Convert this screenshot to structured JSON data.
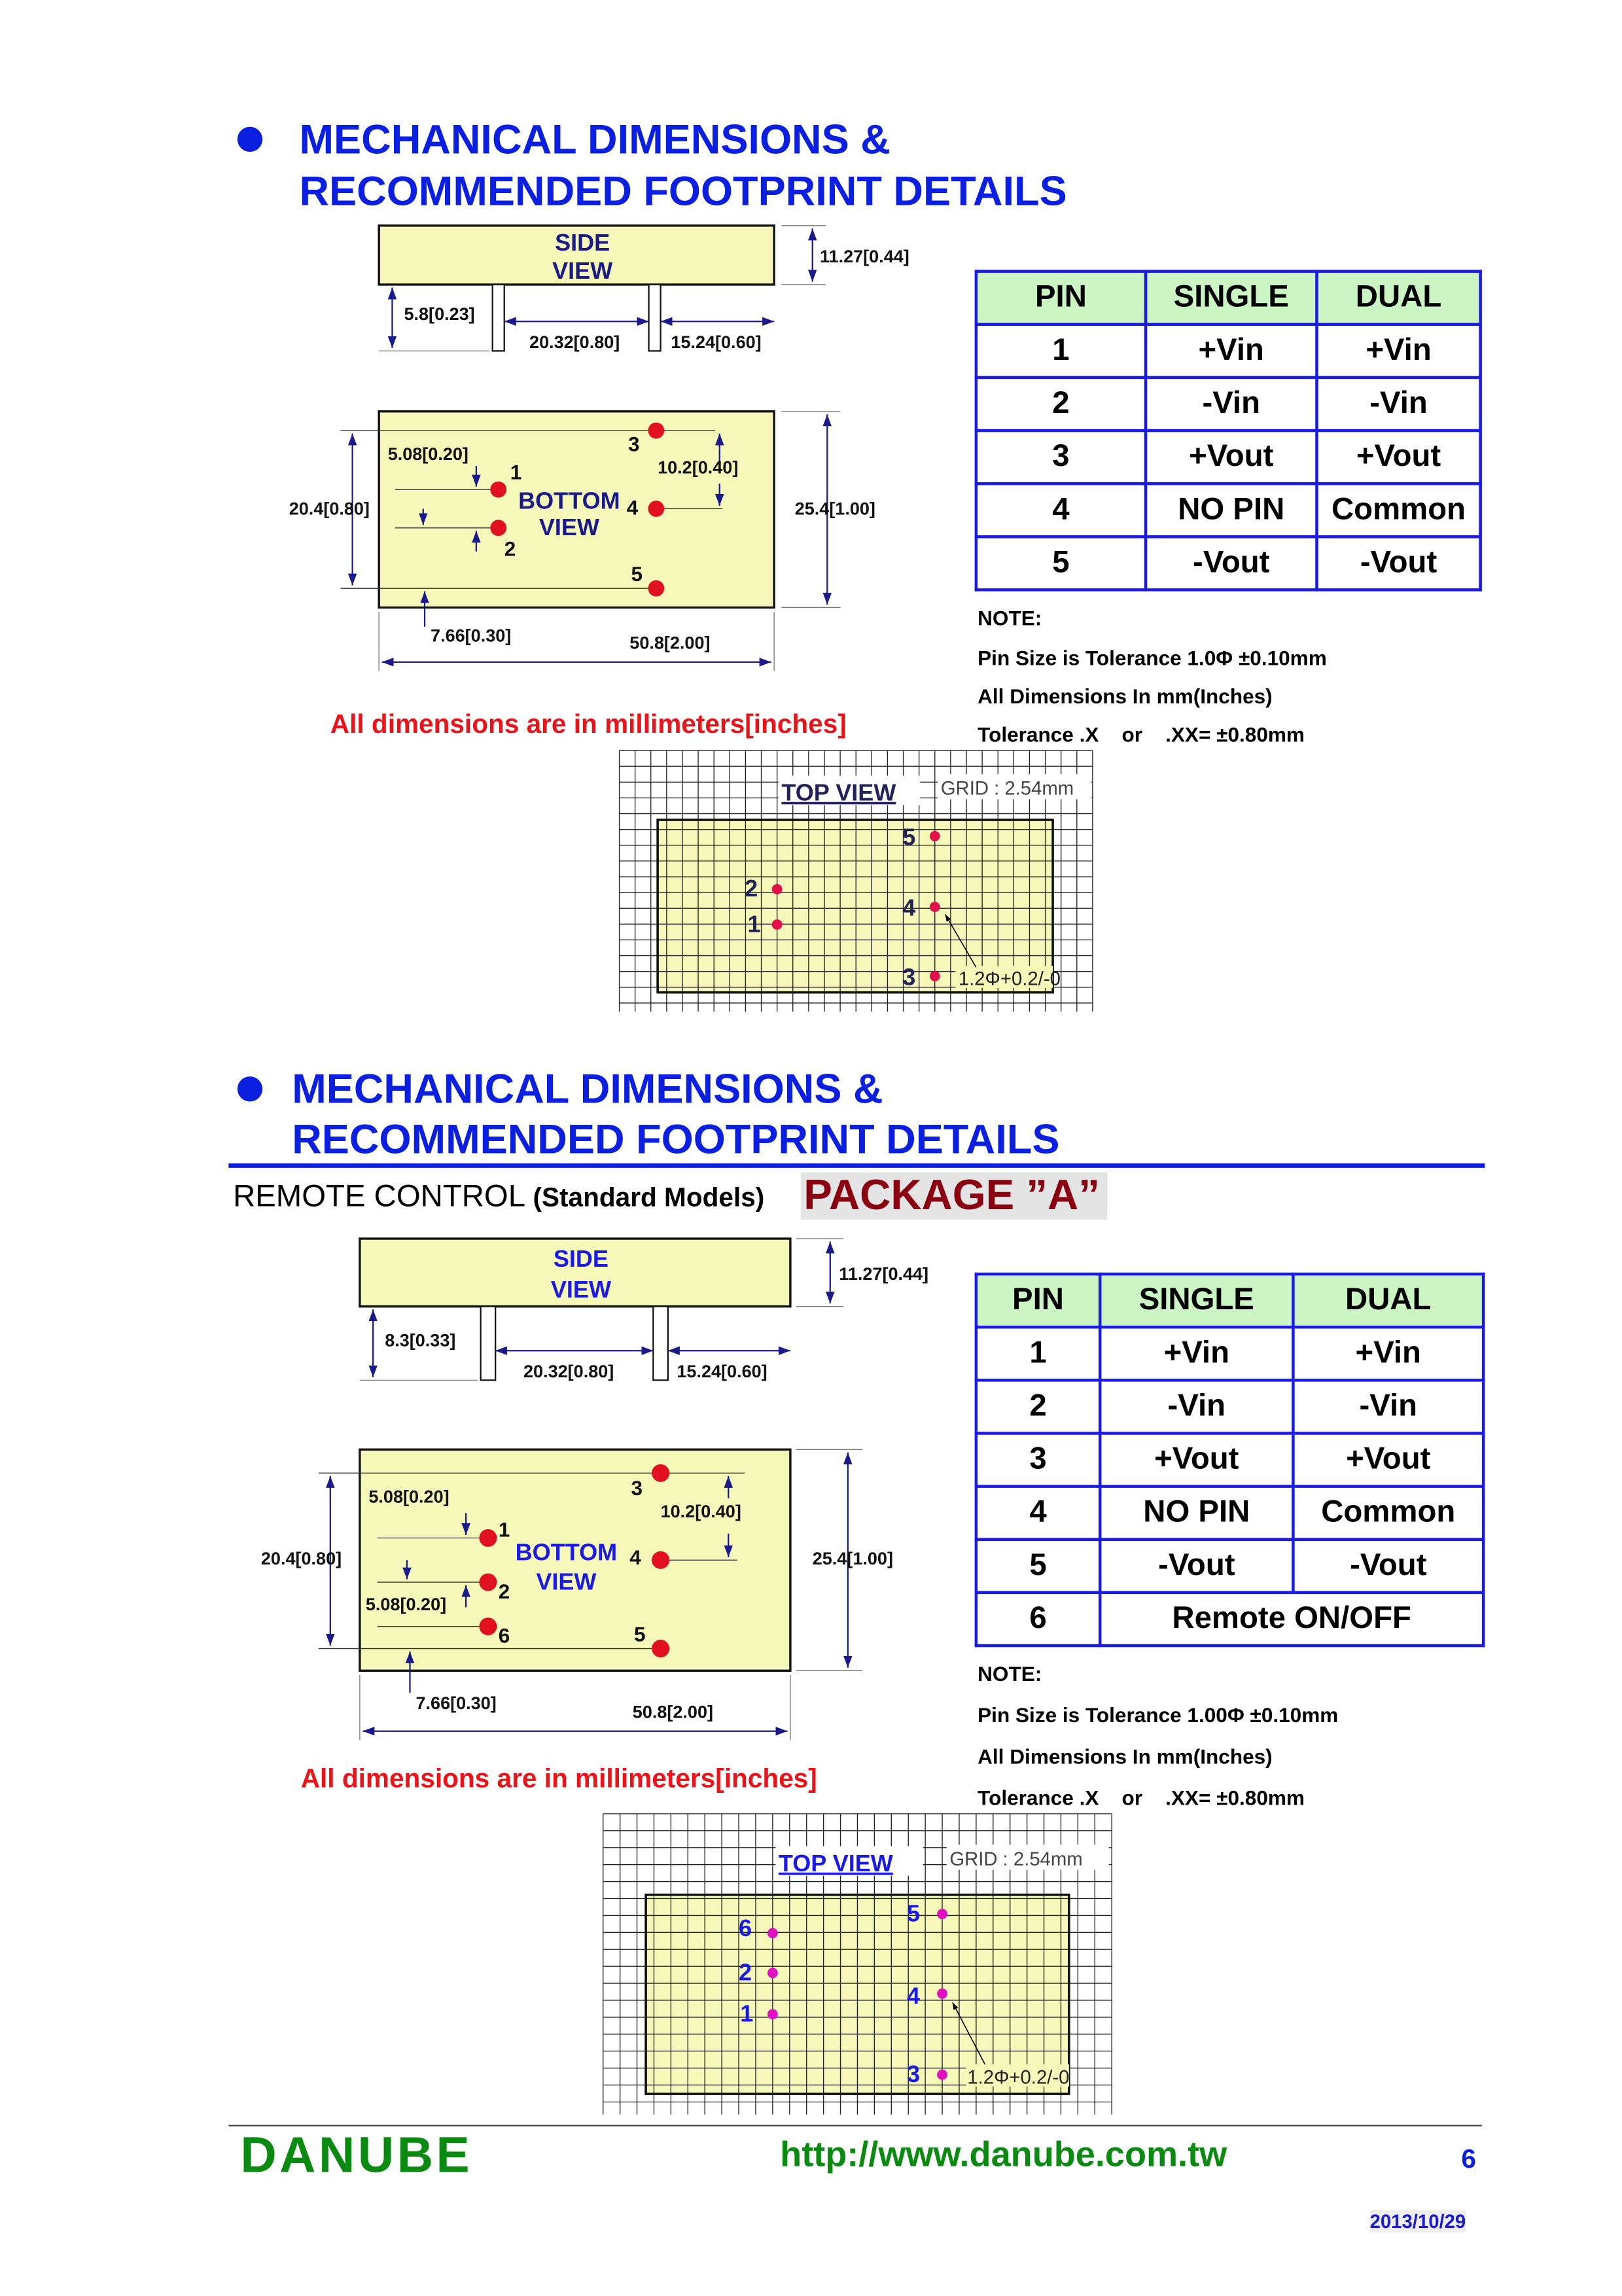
{
  "section1": {
    "title_line1": "MECHANICAL DIMENSIONS &",
    "title_line2": "RECOMMENDED FOOTPRINT DETAILS",
    "side_view": {
      "label1": "SIDE",
      "label2": "VIEW",
      "height": "11.27[0.44]",
      "pin_length": "5.8[0.23]",
      "pin_pitch": "20.32[0.80]",
      "edge_offset": "15.24[0.60]"
    },
    "bottom_view": {
      "label1": "BOTTOM",
      "label2": "VIEW",
      "pin_spacing": "5.08[0.20]",
      "pin_3_4": "10.2[0.40]",
      "span": "20.4[0.80]",
      "width": "25.4[1.00]",
      "edge": "7.66[0.30]",
      "length": "50.8[2.00]",
      "pins": [
        "1",
        "2",
        "3",
        "4",
        "5"
      ]
    },
    "table": {
      "headers": [
        "PIN",
        "SINGLE",
        "DUAL"
      ],
      "rows": [
        [
          "1",
          "+Vin",
          "+Vin"
        ],
        [
          "2",
          "-Vin",
          "-Vin"
        ],
        [
          "3",
          "+Vout",
          "+Vout"
        ],
        [
          "4",
          "NO PIN",
          "Common"
        ],
        [
          "5",
          "-Vout",
          "-Vout"
        ]
      ]
    },
    "notes": [
      "NOTE:",
      "Pin Size is Tolerance 1.0Φ ±0.10mm",
      "All Dimensions In mm(Inches)",
      "Tolerance .X    or    .XX= ±0.80mm"
    ],
    "units_note": "All dimensions are in millimeters[inches]",
    "top_view": {
      "label": "TOP VIEW",
      "grid": "GRID : 2.54mm",
      "hole": "1.2Φ+0.2/-0",
      "pins": [
        "1",
        "2",
        "3",
        "4",
        "5"
      ]
    }
  },
  "section2": {
    "title_line1": "MECHANICAL DIMENSIONS &",
    "title_line2": "RECOMMENDED FOOTPRINT DETAILS",
    "subtitle": "REMOTE CONTROL ",
    "subtitle_paren": "(Standard Models)",
    "package": "PACKAGE ”A”",
    "side_view": {
      "label1": "SIDE",
      "label2": "VIEW",
      "height": "11.27[0.44]",
      "pin_length": "8.3[0.33]",
      "pin_pitch": "20.32[0.80]",
      "edge_offset": "15.24[0.60]"
    },
    "bottom_view": {
      "label1": "BOTTOM",
      "label2": "VIEW",
      "pin_spacing": "5.08[0.20]",
      "pin_spacing2": "5.08[0.20]",
      "pin_3_4": "10.2[0.40]",
      "span": "20.4[0.80]",
      "width": "25.4[1.00]",
      "edge": "7.66[0.30]",
      "length": "50.8[2.00]",
      "pins": [
        "1",
        "2",
        "3",
        "4",
        "5",
        "6"
      ]
    },
    "table": {
      "headers": [
        "PIN",
        "SINGLE",
        "DUAL"
      ],
      "rows": [
        [
          "1",
          "+Vin",
          "+Vin"
        ],
        [
          "2",
          "-Vin",
          "-Vin"
        ],
        [
          "3",
          "+Vout",
          "+Vout"
        ],
        [
          "4",
          "NO PIN",
          "Common"
        ],
        [
          "5",
          "-Vout",
          "-Vout"
        ]
      ],
      "last_row": [
        "6",
        "Remote ON/OFF"
      ]
    },
    "notes": [
      "NOTE:",
      "Pin Size is Tolerance 1.00Φ ±0.10mm",
      "All Dimensions In mm(Inches)",
      "Tolerance .X    or    .XX= ±0.80mm"
    ],
    "units_note": "All dimensions are in millimeters[inches]",
    "top_view": {
      "label": "TOP VIEW",
      "grid": "GRID : 2.54mm",
      "hole": "1.2Φ+0.2/-0",
      "pins": [
        "1",
        "2",
        "3",
        "4",
        "5",
        "6"
      ]
    }
  },
  "footer": {
    "brand": "DANUBE",
    "url": "http://www.danube.com.tw",
    "page": "6",
    "date": "2013/10/29"
  },
  "colors": {
    "title": "#0a1fe0",
    "body_fill": "#f5f8b8",
    "pin": "#e01020",
    "brand": "#0a8a10",
    "package": "#8b0010"
  }
}
